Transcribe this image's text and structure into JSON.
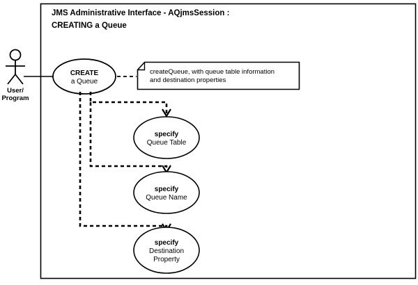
{
  "diagram": {
    "type": "uml-use-case",
    "title_line1": "JMS Administrative Interface  -  AQjmsSession :",
    "title_line2": "CREATING a Queue",
    "actor": {
      "name": "user-program-actor",
      "label_line1": "User/",
      "label_line2": "Program"
    },
    "main_use_case": {
      "line1": "CREATE",
      "line2": "a Queue"
    },
    "note": {
      "line1": "createQueue, with queue table information",
      "line2": "and destination properties"
    },
    "steps": [
      {
        "id": "specify-queue-table",
        "line1": "specify",
        "line2": "Queue Table",
        "line3": ""
      },
      {
        "id": "specify-queue-name",
        "line1": "specify",
        "line2": "Queue Name",
        "line3": ""
      },
      {
        "id": "specify-destination-property",
        "line1": "specify",
        "line2": "Destination",
        "line3": "Property"
      }
    ],
    "colors": {
      "stroke": "#000000",
      "fill": "#ffffff",
      "text": "#000000"
    }
  }
}
